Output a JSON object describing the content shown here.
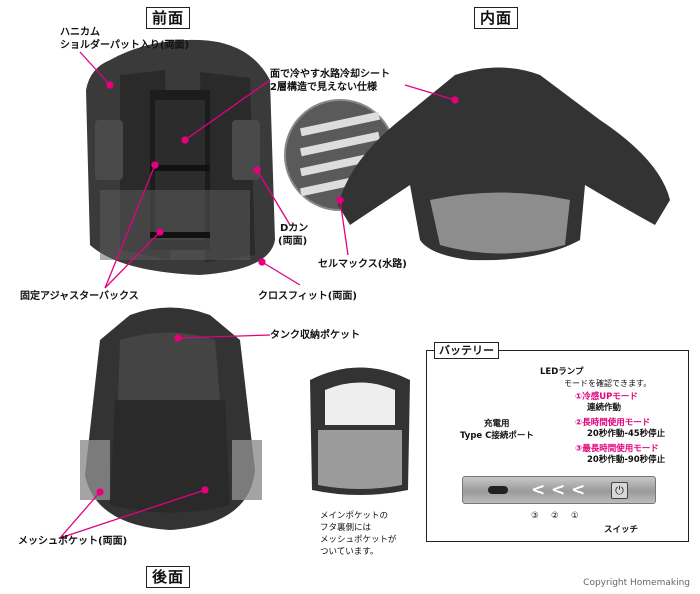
{
  "titles": {
    "front": "前面",
    "inner": "内面",
    "back": "後面"
  },
  "labels": {
    "honeycomb": [
      "ハニカム",
      "ショルダーパット入り(両面)"
    ],
    "cooling_sheet": [
      "面で冷やす水路冷却シート",
      "2層構造で見えない仕様"
    ],
    "dkan": [
      "Dカン",
      "(両面)"
    ],
    "selmax": "セルマックス(水路)",
    "adjuster": "固定アジャスターバックス",
    "crossfit": "クロスフィット(両面)",
    "tank_pocket": "タンク収納ポケット",
    "mesh_pocket": "メッシュポケット(両面)",
    "main_pocket_note": [
      "メインポケットの",
      "フタ裏側には",
      "メッシュポケットが",
      "ついています。"
    ]
  },
  "battery": {
    "title": "バッテリー",
    "led": "LEDランプ",
    "mode_check": "モードを確認できます。",
    "modes": [
      {
        "name": "①冷感UPモード",
        "desc": "連続作動"
      },
      {
        "name": "②長時間使用モード",
        "desc": "20秒作動-45秒停止"
      },
      {
        "name": "③最長時間使用モード",
        "desc": "20秒作動-90秒停止"
      }
    ],
    "port_label": [
      "充電用",
      "Type C接続ポート"
    ],
    "switch_label": "スイッチ",
    "numbers": [
      "③",
      "②",
      "①"
    ],
    "power_glyph": "⏻"
  },
  "copyright": "Copyright Homemaking",
  "colors": {
    "accent": "#e4007f",
    "bag": "#2b2b2b",
    "mesh": "#8d8d8d"
  }
}
